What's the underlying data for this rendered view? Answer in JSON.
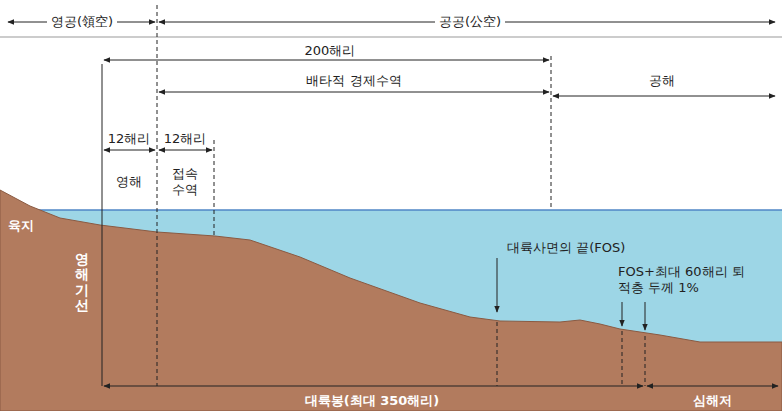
{
  "diagram": {
    "labels": [
      "영공(領空)",
      "공공(公空)",
      "200해리",
      "배타적 경제수역",
      "공해",
      "12해리",
      "12해리",
      "영해",
      "접속 수역",
      "육지",
      "영해기선",
      "대륙사면의 끝(FOS)",
      "FOS+최대 60해리 퇴적층 두께 1%",
      "대륙봉(최대 350해리)",
      "심해저"
    ]
  }
}
